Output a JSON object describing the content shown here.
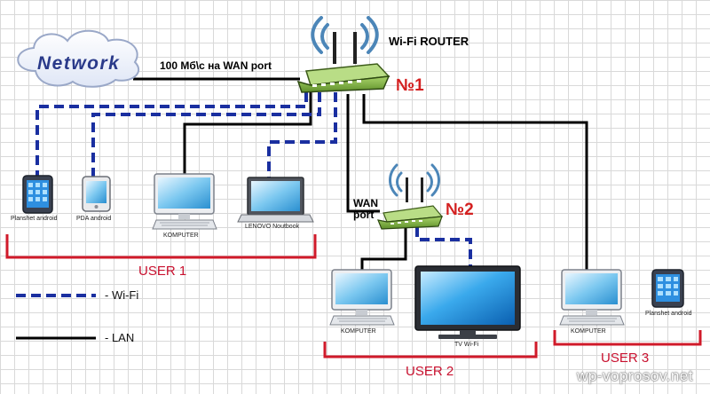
{
  "network_label": "Network",
  "wan_link_label": "100 Мб\\с на WAN port",
  "router1": {
    "title": "Wi-Fi ROUTER",
    "number": "№1"
  },
  "router2": {
    "wan_label_line1": "WAN",
    "wan_label_line2": "port",
    "number": "№2"
  },
  "devices": {
    "planshet_1": "Planshet android",
    "pda": "PDA android",
    "komputer_1": "KOMPUTER",
    "lenovo": "LENOVO Noutbook",
    "komputer_2": "KOMPUTER",
    "tv": "TV Wi-Fi",
    "komputer_3": "KOMPUTER",
    "planshet_3": "Planshet android"
  },
  "groups": {
    "user1": "USER 1",
    "user2": "USER 2",
    "user3": "USER 3"
  },
  "legend": {
    "wifi": "- Wi-Fi",
    "lan": "- LAN"
  },
  "watermark": "wp-voprosov.net",
  "colors": {
    "wifi_line": "#1a2fa0",
    "lan_line": "#000000",
    "user_bracket": "#d01a2a",
    "router": "#7fb23f"
  }
}
